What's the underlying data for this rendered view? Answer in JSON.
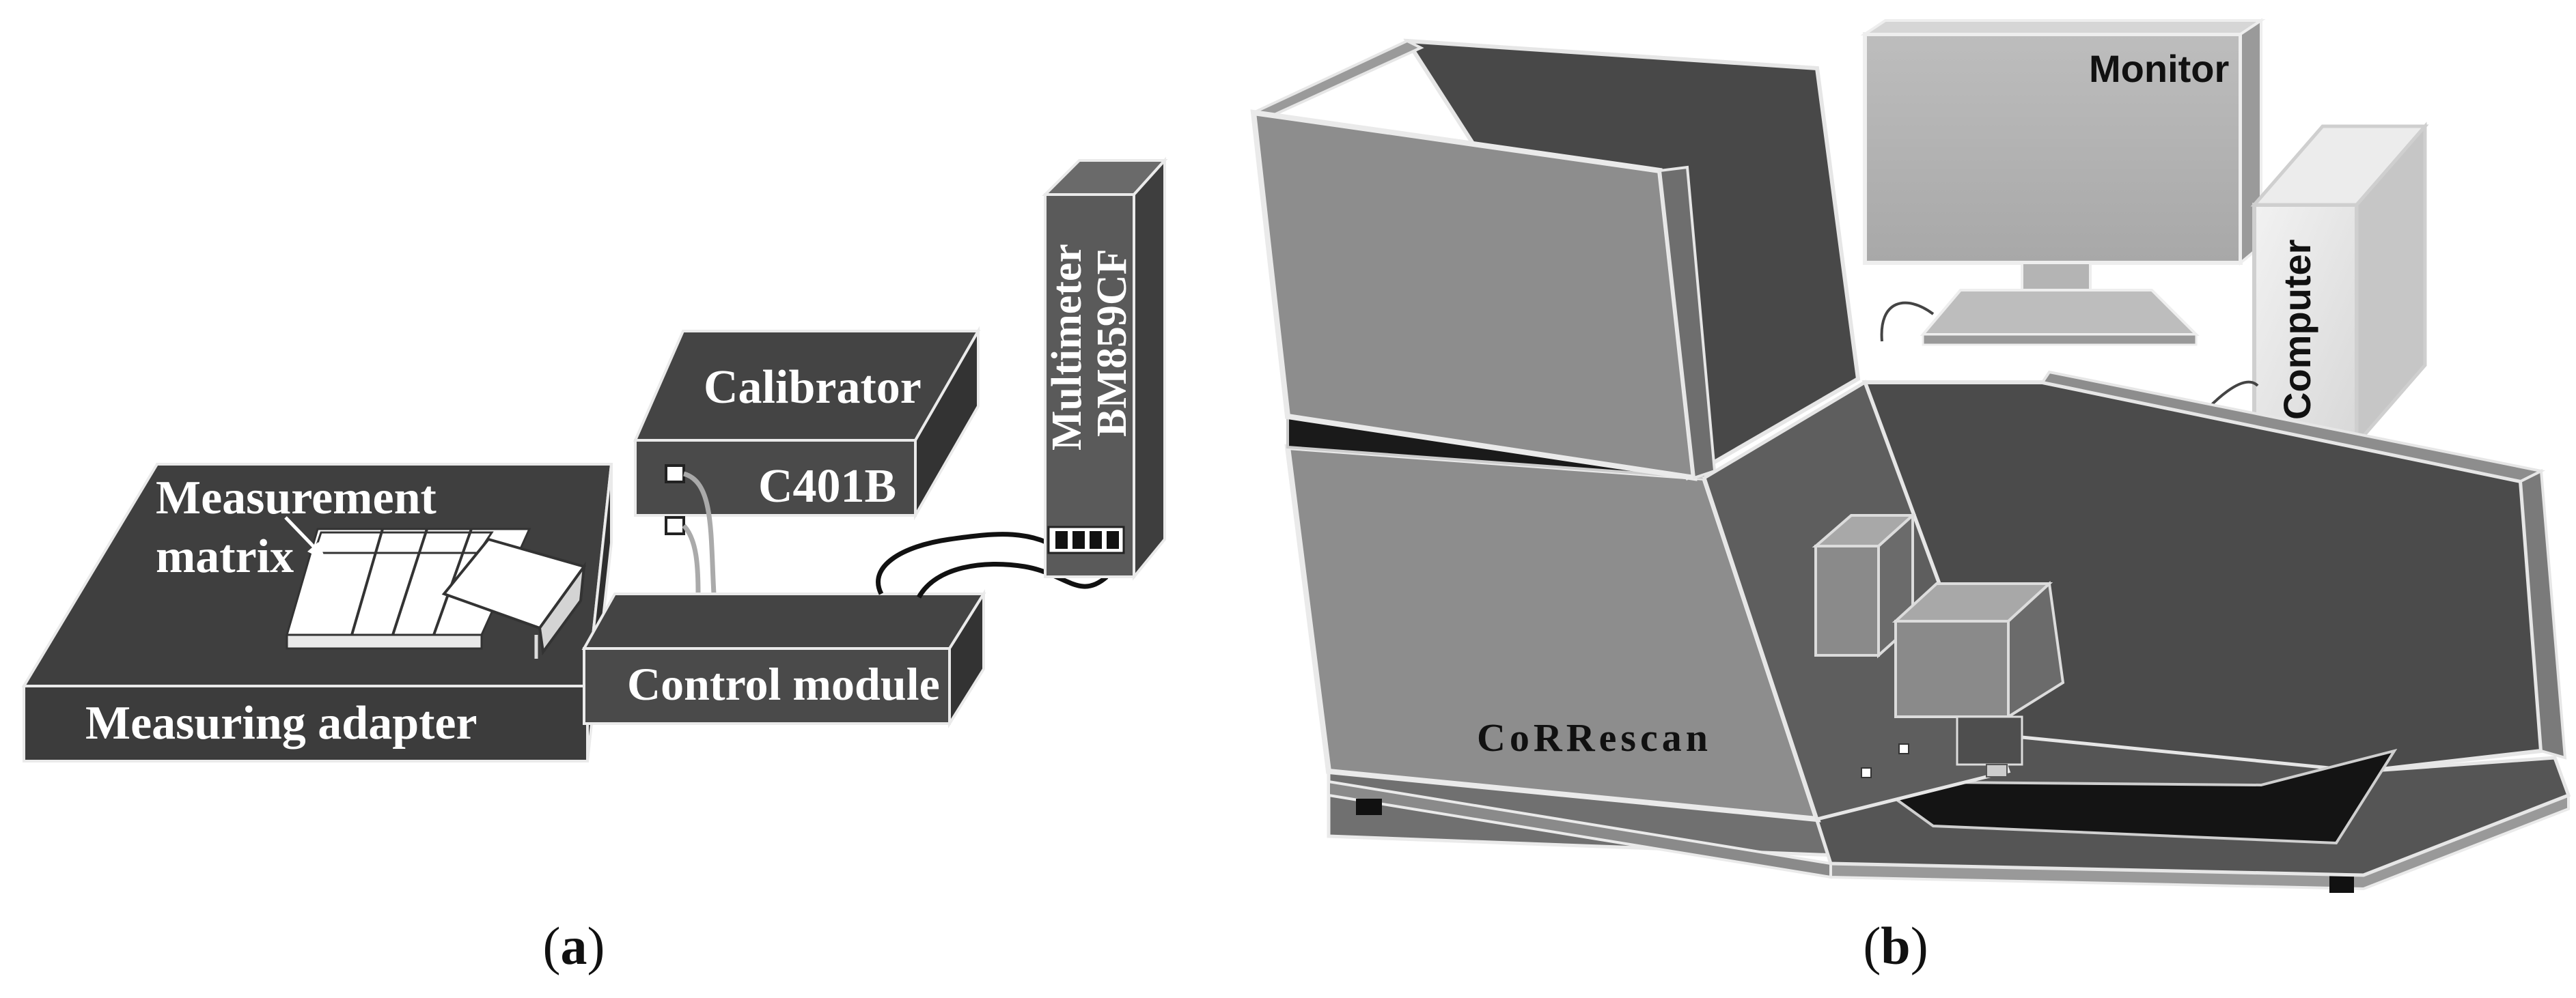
{
  "panel_a": {
    "label_measurement": "Measurement",
    "label_matrix": "matrix",
    "label_measuring_adapter": "Measuring adapter",
    "label_calibrator": "Calibrator",
    "label_calibrator_model": "C401B",
    "label_control_module": "Control module",
    "label_multimeter": "Multimeter",
    "label_multimeter_model": "BM859CF",
    "caption_letter": "a"
  },
  "panel_b": {
    "label_monitor": "Monitor",
    "label_computer": "Computer",
    "label_scanner": "CoRRescan",
    "caption_letter": "b"
  }
}
